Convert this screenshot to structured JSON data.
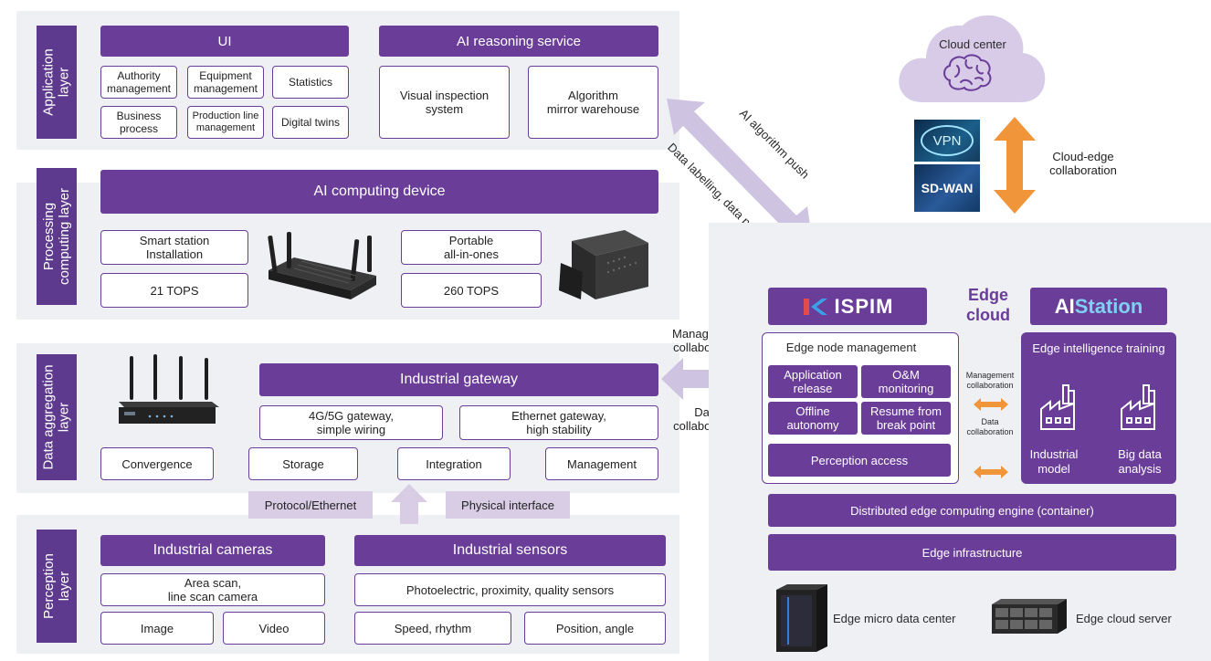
{
  "layers": {
    "application": "Application\nlayer",
    "processing": "Processing\ncomputing layer",
    "aggregation": "Data aggregation\nlayer",
    "perception": "Perception\nlayer"
  },
  "application": {
    "ui_header": "UI",
    "ui_items": [
      "Authority\nmanagement",
      "Equipment\nmanagement",
      "Statistics",
      "Business\nprocess",
      "Production line\nmanagement",
      "Digital twins"
    ],
    "ai_header": "AI reasoning service",
    "ai_items": [
      "Visual inspection\nsystem",
      "Algorithm\nmirror warehouse"
    ]
  },
  "processing": {
    "header": "AI computing device",
    "station": "Smart station\nInstallation",
    "station_tops": "21 TOPS",
    "portable": "Portable\nall-in-ones",
    "portable_tops": "260 TOPS"
  },
  "aggregation": {
    "header": "Industrial gateway",
    "gw1": "4G/5G gateway,\nsimple wiring",
    "gw2": "Ethernet gateway,\nhigh stability",
    "functions": [
      "Convergence",
      "Storage",
      "Integration",
      "Management"
    ],
    "proto": "Protocol/Ethernet",
    "phys": "Physical interface"
  },
  "perception": {
    "cam_header": "Industrial cameras",
    "cam_scan": "Area scan,\nline scan camera",
    "cam_image": "Image",
    "cam_video": "Video",
    "sensor_header": "Industrial sensors",
    "sensor_types": "Photoelectric, proximity, quality sensors",
    "sensor_speed": "Speed, rhythm",
    "sensor_pos": "Position, angle"
  },
  "cloud": {
    "center": "Cloud center",
    "vpn": "VPN",
    "sdwan": "SD-WAN",
    "collab": "Cloud-edge\ncollaboration"
  },
  "arrows": {
    "ai_push": "AI algorithm push",
    "data_push": "Data labelling, data push",
    "mgmt": "Management\ncollaboration",
    "data": "Data\ncollaboration"
  },
  "edge": {
    "ispim": "ISPIM",
    "title": "Edge\ncloud",
    "aistation_ai": "AI",
    "aistation_rest": "Station",
    "node_mgmt": "Edge node management",
    "node_items": [
      "Application\nrelease",
      "O&M\nmonitoring",
      "Offline\nautonomy",
      "Resume from\nbreak point"
    ],
    "perception_access": "Perception access",
    "small_mgmt": "Management\ncollaboration",
    "small_data": "Data\ncollaboration",
    "training": "Edge intelligence training",
    "ind_model": "Industrial\nmodel",
    "big_data": "Big data\nanalysis",
    "engine": "Distributed edge computing engine (container)",
    "infra": "Edge infrastructure",
    "micro_dc": "Edge micro data center",
    "server": "Edge cloud server"
  },
  "colors": {
    "purple": "#6a3d99",
    "lavender": "#d9cde6",
    "orange": "#f0953a",
    "panel": "#eef0f4"
  }
}
